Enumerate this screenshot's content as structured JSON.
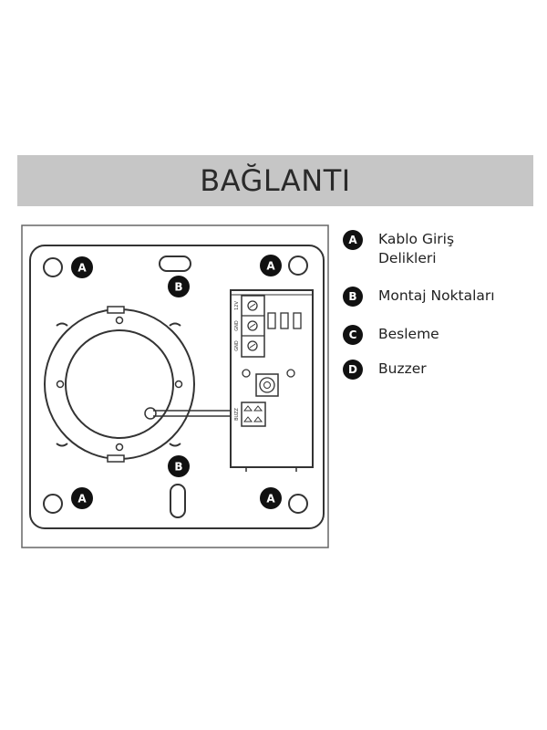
{
  "title": "BAĞLANTI",
  "legend": [
    {
      "key": "A",
      "label": "Kablo Giriş Delikleri"
    },
    {
      "key": "B",
      "label": "Montaj Noktaları"
    },
    {
      "key": "C",
      "label": "Besleme"
    },
    {
      "key": "D",
      "label": "Buzzer"
    }
  ],
  "diagram": {
    "marker_a": "A",
    "marker_b": "B",
    "terminal_labels": [
      "12V",
      "GND",
      "GND",
      "BUZZ"
    ]
  }
}
